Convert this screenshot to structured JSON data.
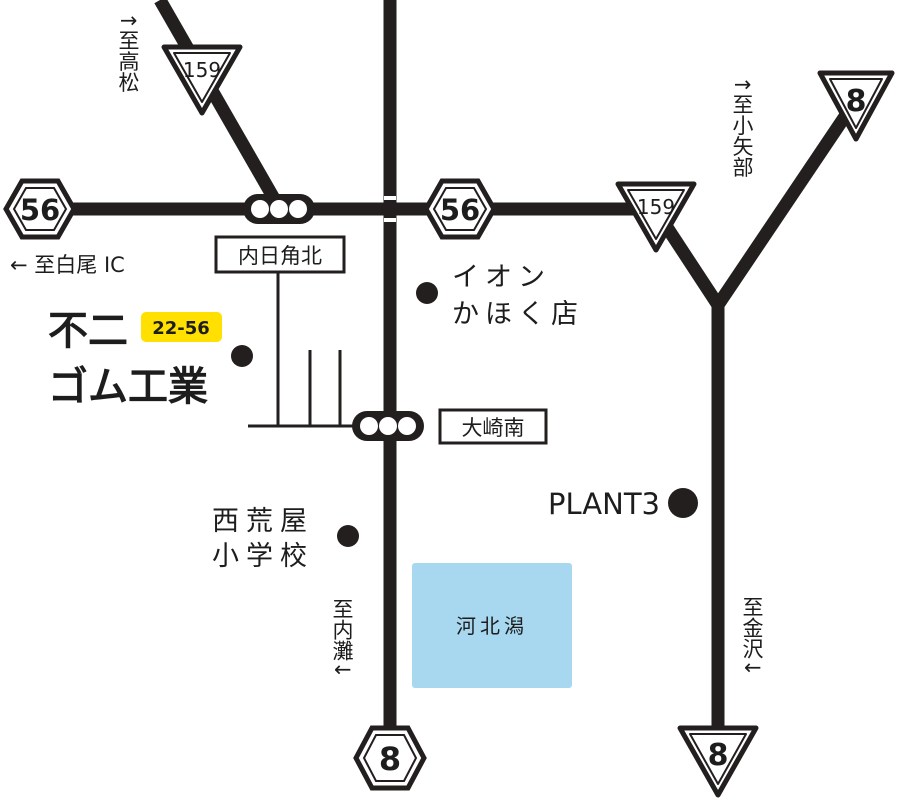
{
  "colors": {
    "road": "#231f1e",
    "lake": "#a8d8f0",
    "badge": "#ffe000",
    "text": "#1d1d1d"
  },
  "routes": {
    "r159_top": "159",
    "r159_right": "159",
    "r8_top_right": "8",
    "r8_bottom_center": "8",
    "r8_bottom_right": "8",
    "r56_left": "56",
    "r56_center": "56"
  },
  "directions": {
    "to_takamatsu": "↑至高松",
    "to_komatsu": "↑至小矢部",
    "to_shiroo_ic": "← 至白尾 IC",
    "to_uchinada": "至内灘↓",
    "to_kanazawa": "至金沢↓"
  },
  "intersections": {
    "uchihizume_kita": "内日角北",
    "osaki_minami": "大崎南"
  },
  "landmarks": {
    "aeon_line1": "イオン",
    "aeon_line2": "かほく店",
    "school_line1": "西荒屋",
    "school_line2": "小学校",
    "plant3": "PLANT3",
    "lake": "河北潟"
  },
  "company": {
    "name_line1": "不二",
    "name_line2": "ゴム工業",
    "badge": "22-56"
  }
}
